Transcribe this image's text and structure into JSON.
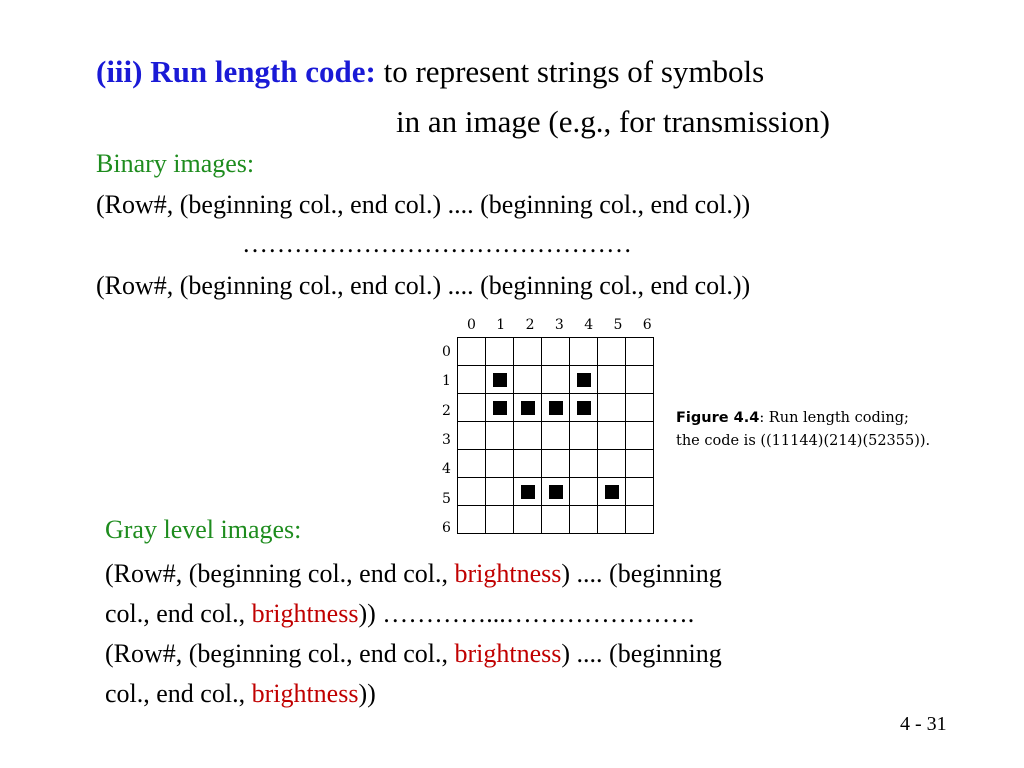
{
  "title": {
    "heading": "(iii) Run length code:",
    "rest": " to represent strings of symbols",
    "line2": "in an image (e.g., for transmission)"
  },
  "binary": {
    "label": "Binary images:",
    "row_a": "(Row#, (beginning col., end col.) .... (beginning col., end col.))",
    "dots": "………………………………………",
    "row_b": "(Row#, (beginning col., end col.) .... (beginning col., end col.))"
  },
  "figure": {
    "col_labels": [
      "0",
      "1",
      "2",
      "3",
      "4",
      "5",
      "6"
    ],
    "row_labels": [
      "0",
      "1",
      "2",
      "3",
      "4",
      "5",
      "6"
    ],
    "filled_cells": [
      [
        1,
        1
      ],
      [
        1,
        4
      ],
      [
        2,
        1
      ],
      [
        2,
        2
      ],
      [
        2,
        3
      ],
      [
        2,
        4
      ],
      [
        5,
        2
      ],
      [
        5,
        3
      ],
      [
        5,
        5
      ]
    ],
    "caption_label": "Figure 4.4",
    "caption_text": ":  Run length coding;",
    "caption_line2": "the code is ((11144)(214)(52355))."
  },
  "gray": {
    "label": "Gray level images:",
    "line1_a": "(Row#, (beginning col., end col., ",
    "line1_b": "brightness",
    "line1_c": ") .... (beginning",
    "line2_a": "col., end col., ",
    "line2_b": "brightness",
    "line2_c": ")) …………...………………….",
    "line3_a": "(Row#, (beginning col., end col., ",
    "line3_b": "brightness",
    "line3_c": ") .... (beginning",
    "line4_a": "col., end col., ",
    "line4_b": "brightness",
    "line4_c": "))"
  },
  "slide_number": "4 - 31",
  "colors": {
    "heading": "#1a1ad6",
    "label_green": "#1e8c1e",
    "emphasis_red": "#c00000"
  }
}
